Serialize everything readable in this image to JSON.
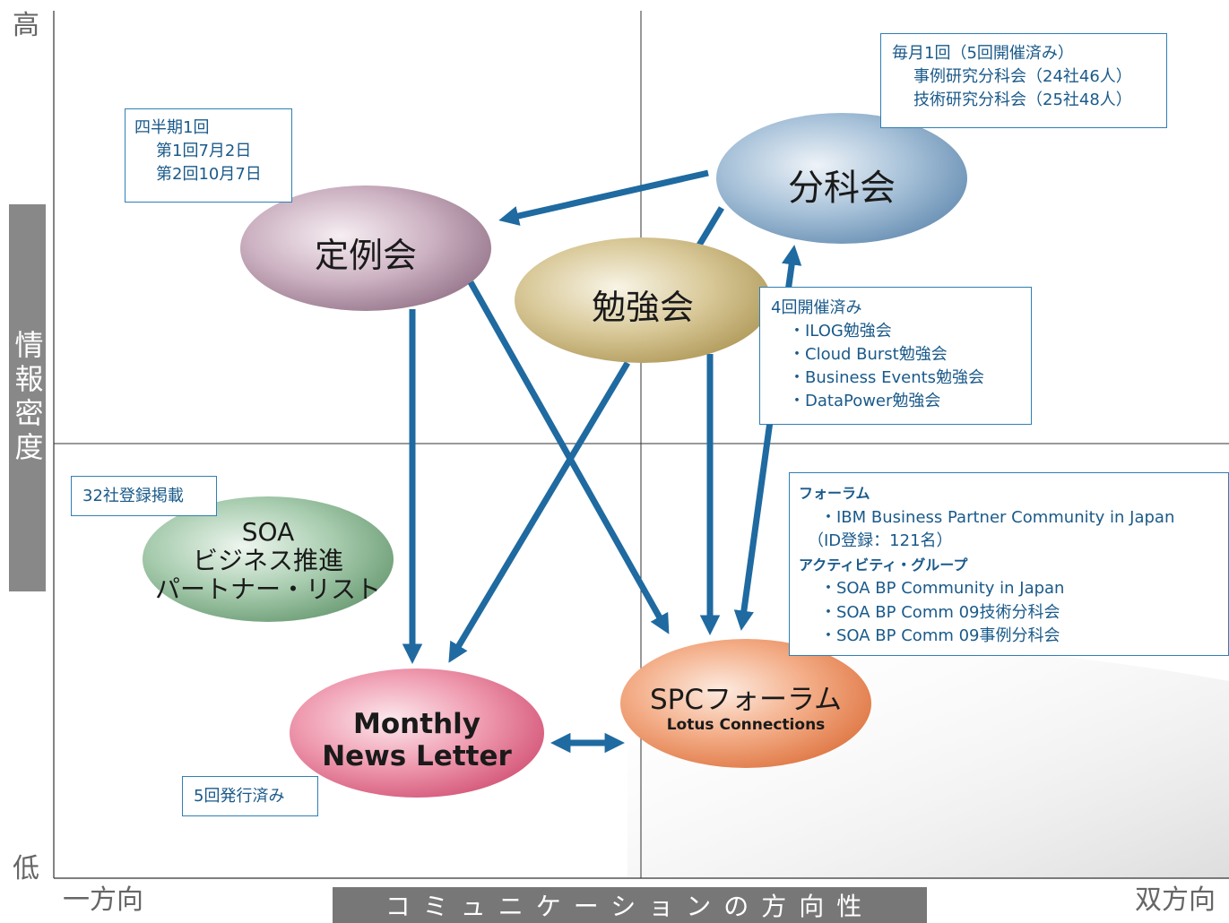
{
  "axes": {
    "y_high": "高",
    "y_low": "低",
    "y_title": "情報密度",
    "x_left": "一方向",
    "x_right": "双方向",
    "x_title": "コミュニケーションの方向性"
  },
  "nodes": {
    "teireikai": "定例会",
    "bunkakai": "分科会",
    "benkyokai": "勉強会",
    "soa_list": [
      "SOA",
      "ビジネス推進",
      "パートナー・リスト"
    ],
    "newsletter": [
      "Monthly",
      "News Letter"
    ],
    "spc_forum": "SPCフォーラム",
    "spc_sub": "Lotus Connections"
  },
  "notes": {
    "teireikai": [
      "四半期1回",
      "第1回7月2日",
      "第2回10月7日"
    ],
    "bunkakai": [
      "毎月1回（5回開催済み）",
      "事例研究分科会（24社46人）",
      "技術研究分科会（25社48人）"
    ],
    "benkyokai": [
      "4回開催済み",
      "・ILOG勉強会",
      "・Cloud Burst勉強会",
      "・Business Events勉強会",
      "・DataPower勉強会"
    ],
    "soa_list": "32社登録掲載",
    "newsletter": "5回発行済み",
    "spc": {
      "h1": "フォーラム",
      "l1": "・IBM Business Partner Community in Japan",
      "l2": "（ID登録：121名）",
      "h2": "アクティビティ・グループ",
      "l3": "・SOA BP Community in Japan",
      "l4": "・SOA BP Comm 09技術分科会",
      "l5": "・SOA BP Comm 09事例分科会"
    }
  },
  "colors": {
    "arrow": "#1f6aa0",
    "teireikai": "#a5869b",
    "bunkakai": "#7fa3c3",
    "benkyokai": "#c6b176",
    "soa_list": "#7fae87",
    "newsletter": "#e07390",
    "spc_forum": "#ec8a5c"
  }
}
